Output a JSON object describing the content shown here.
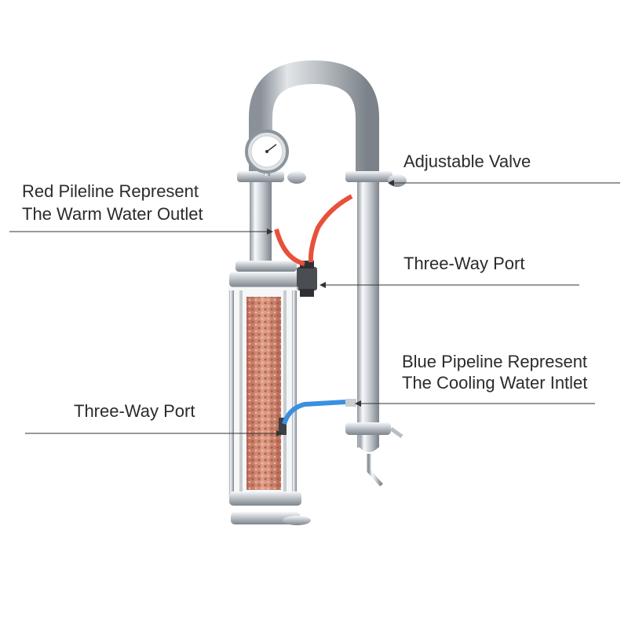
{
  "colors": {
    "background": "#ffffff",
    "steel_light": "#f4f6f8",
    "steel_dark": "#9aa1a8",
    "copper": "#c8806a",
    "warm_pipe": "#e8503a",
    "cool_pipe": "#3a8fe0",
    "leader_line": "#333333",
    "text": "#2b2b2b"
  },
  "labels": {
    "red_pipeline_line1": "Red Pileline Represent",
    "red_pipeline_line2": "The Warm Water Outlet",
    "adjustable_valve": "Adjustable Valve",
    "three_way_port_top": "Three-Way Port",
    "blue_pipeline_line1": "Blue Pipeline Represent",
    "blue_pipeline_line2": "The Cooling Water Intlet",
    "three_way_port_bottom": "Three-Way Port"
  }
}
